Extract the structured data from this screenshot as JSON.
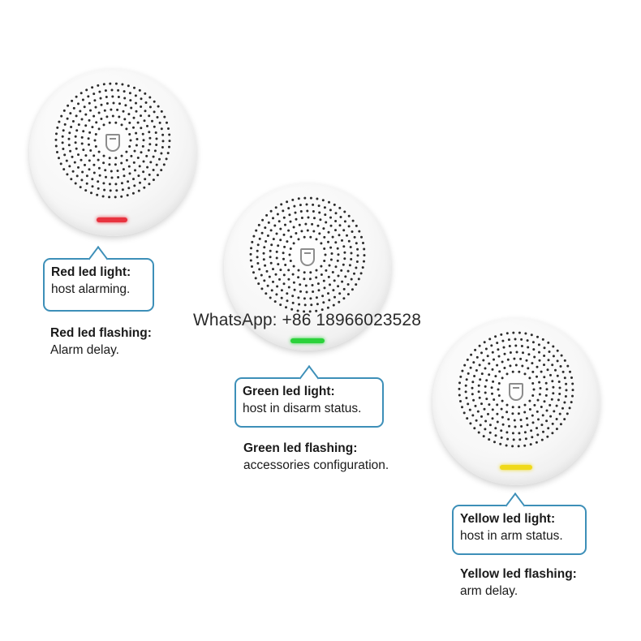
{
  "devices": [
    {
      "led_color": "#e8333f",
      "callout": {
        "title": "Red led light:",
        "desc": "host alarming."
      },
      "note": {
        "title": "Red led flashing:",
        "desc": "Alarm delay."
      }
    },
    {
      "led_color": "#2bd23a",
      "callout": {
        "title": "Green led light:",
        "desc": "host in disarm status."
      },
      "note": {
        "title": "Green led flashing:",
        "desc": "accessories configuration."
      }
    },
    {
      "led_color": "#f0d91a",
      "callout": {
        "title": "Yellow led light:",
        "desc": "host in arm status."
      },
      "note": {
        "title": "Yellow led flashing:",
        "desc": "arm delay."
      }
    }
  ],
  "watermark": "WhatsApp: +86 18966023528",
  "colors": {
    "callout_border": "#3d8fb8",
    "speaker_dots": "#2b2b2b",
    "logo": "#8c8c8c"
  },
  "icons": [
    "shield-logo-icon"
  ]
}
